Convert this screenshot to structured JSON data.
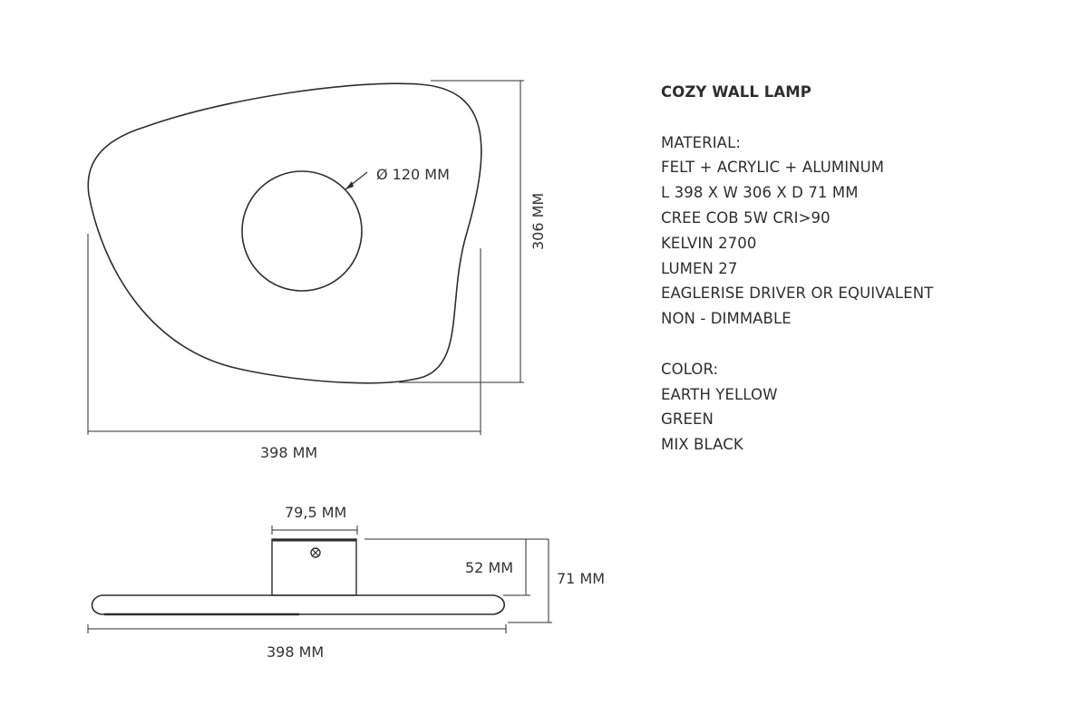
{
  "front_view": {
    "diameter_label": "Ø 120 MM",
    "height_label": "306 MM",
    "width_label": "398 MM"
  },
  "side_view": {
    "mount_width_label": "79,5 MM",
    "mount_height_label": "52 MM",
    "total_depth_label": "71 MM",
    "width_label": "398 MM"
  },
  "specs": {
    "title": "COZY WALL LAMP",
    "material_heading": "MATERIAL:",
    "material_lines": [
      "FELT + ACRYLIC + ALUMINUM",
      "L 398 X W 306 X D 71 MM",
      "CREE COB 5W CRI>90",
      "KELVIN 2700",
      "LUMEN 27",
      "EAGLERISE DRIVER OR EQUIVALENT",
      "NON - DIMMABLE"
    ],
    "color_heading": "COLOR:",
    "color_lines": [
      "EARTH YELLOW",
      "GREEN",
      "MIX BLACK"
    ]
  }
}
